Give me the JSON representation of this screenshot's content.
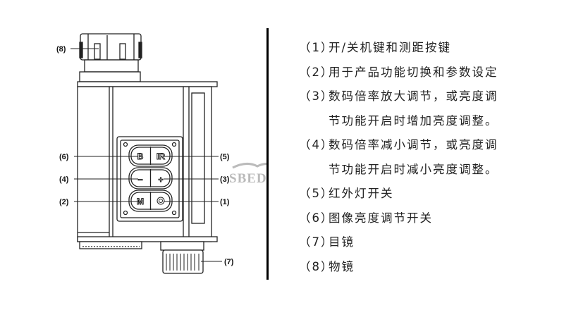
{
  "diagram": {
    "callouts": [
      "(1)",
      "(2)",
      "(3)",
      "(4)",
      "(5)",
      "(6)",
      "(7)",
      "(8)"
    ],
    "buttons": {
      "b": "B",
      "ir": "IR",
      "minus": "−",
      "plus": "+",
      "m": "M",
      "power": "power-icon"
    },
    "watermark": "SBEDAR"
  },
  "legend": [
    {
      "num": "（1）",
      "text": "开/关机键和测距按键"
    },
    {
      "num": "（2）",
      "text": "用于产品功能切换和参数设定"
    },
    {
      "num": "（3）",
      "text": "数码倍率放大调节，或亮度调"
    },
    {
      "num": "",
      "text": "节功能开启时增加亮度调整。"
    },
    {
      "num": "（4）",
      "text": "数码倍率减小调节，或亮度调"
    },
    {
      "num": "",
      "text": "节功能开启时减小亮度调整。"
    },
    {
      "num": "（5）",
      "text": "红外灯开关"
    },
    {
      "num": "（6）",
      "text": "图像亮度调节开关"
    },
    {
      "num": "（7）",
      "text": "目镜"
    },
    {
      "num": "（8）",
      "text": "物镜"
    }
  ]
}
